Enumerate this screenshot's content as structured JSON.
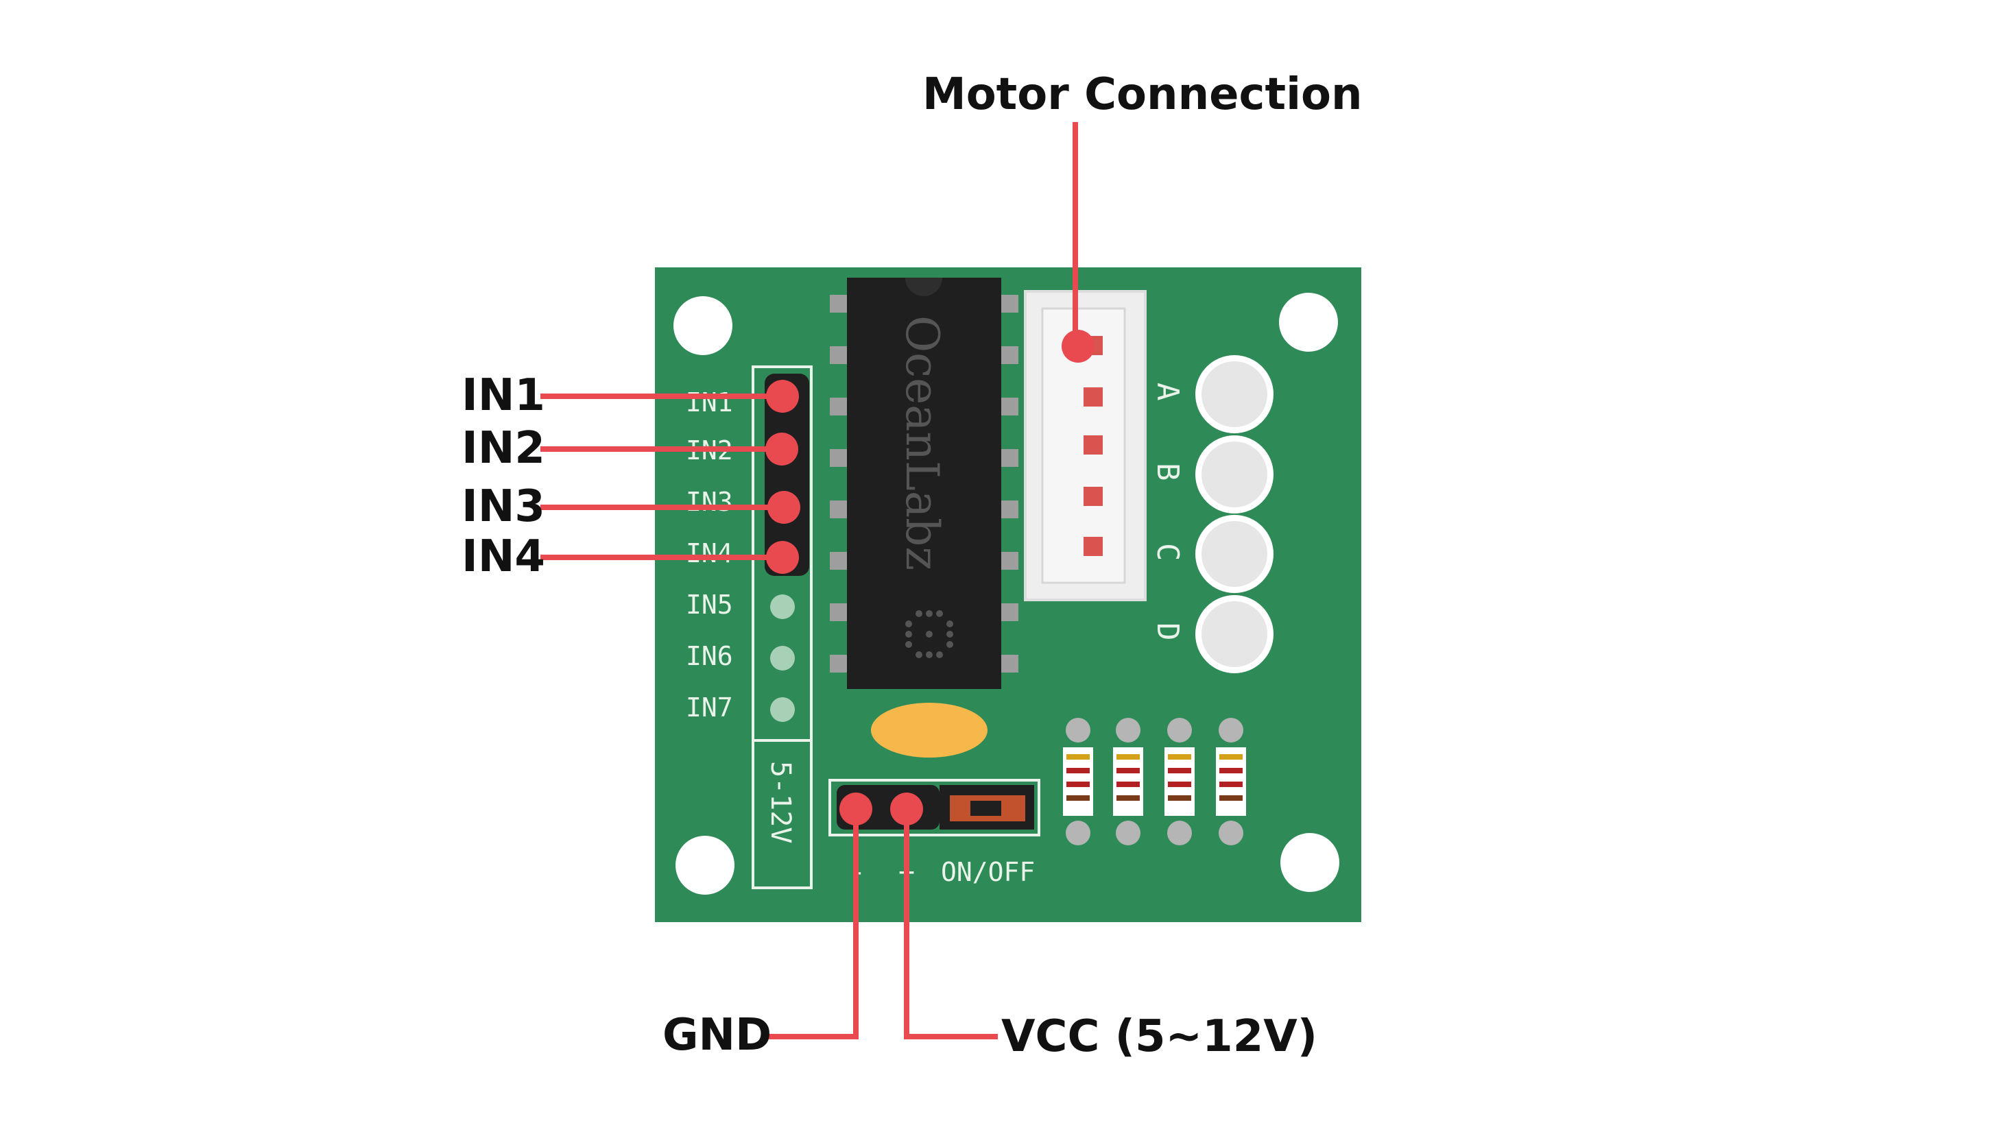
{
  "colors": {
    "pcb": "#2e8b57",
    "pcb_edge": "#267a4b",
    "chip": "#1f1f1f",
    "connector": "#eeeeee",
    "callout_line": "#e84a50",
    "led": "#e6e6e6",
    "cap": "#f7b84b"
  },
  "callouts": {
    "motor": "Motor Connection",
    "in1": "IN1",
    "in2": "IN2",
    "in3": "IN3",
    "in4": "IN4",
    "gnd": "GND",
    "vcc": "VCC (5~12V)"
  },
  "silkscreen": {
    "inputs": [
      "IN1",
      "IN2",
      "IN3",
      "IN4",
      "IN5",
      "IN6",
      "IN7"
    ],
    "voltage": "5-12V",
    "led_labels": [
      "A",
      "B",
      "C",
      "D"
    ],
    "minus": "-",
    "plus": "+",
    "switch": "ON/OFF",
    "chip_brand": "OceanLabz"
  }
}
